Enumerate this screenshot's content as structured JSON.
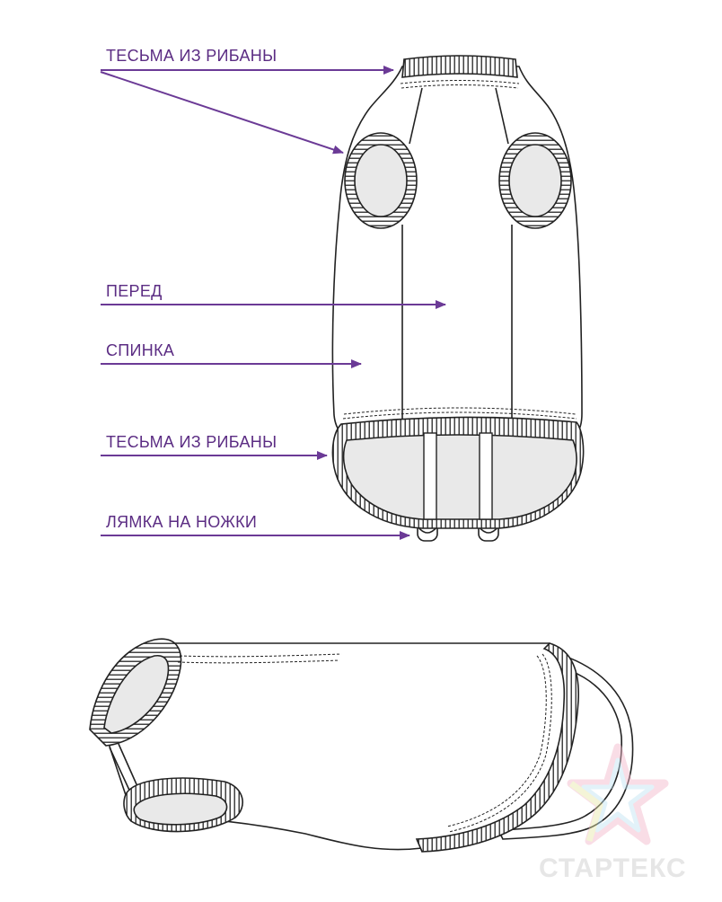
{
  "colors": {
    "label": "#5b2c83",
    "arrow": "#6b3a96",
    "outline": "#222222",
    "lining": "#e9e9e9",
    "watermark_text": "#e6e6e6"
  },
  "labels": {
    "rib_trim_top": "ТЕСЬМА ИЗ РИБАНЫ",
    "front": "ПЕРЕД",
    "back": "СПИНКА",
    "rib_trim_bottom": "ТЕСЬМА ИЗ РИБАНЫ",
    "leg_strap": "ЛЯМКА НА НОЖКИ"
  },
  "watermark": {
    "text": "СТАРТЕКС",
    "icon": "star-logo-icon"
  }
}
